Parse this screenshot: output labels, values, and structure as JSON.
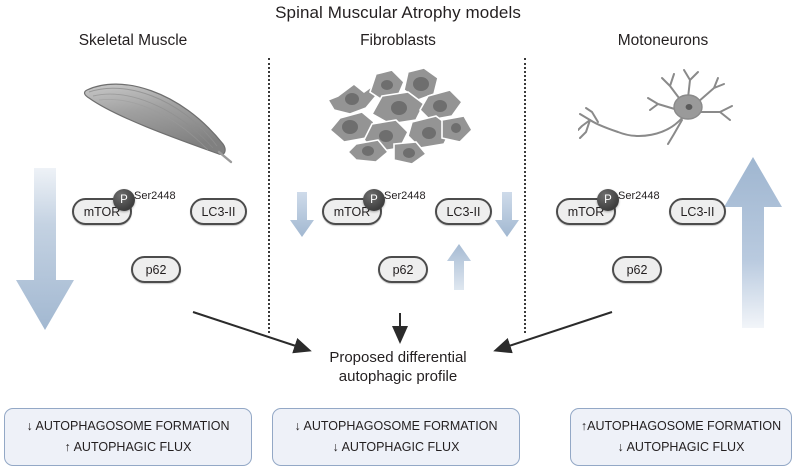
{
  "figure": {
    "title": "Spinal Muscular Atrophy models"
  },
  "columns": [
    {
      "id": "skeletal-muscle",
      "heading": "Skeletal Muscle",
      "illustration": "muscle-fiber-illustration",
      "big_arrow": {
        "direction": "down",
        "color": "#a9bdd6"
      },
      "proteins": [
        {
          "name": "mTOR",
          "phospho_badge": "P",
          "phospho_site": "Ser2448"
        },
        {
          "name": "LC3-II"
        },
        {
          "name": "p62"
        }
      ],
      "result": {
        "line1": "↓ AUTOPHAGOSOME FORMATION",
        "line2": "↑ AUTOPHAGIC FLUX"
      }
    },
    {
      "id": "fibroblasts",
      "heading": "Fibroblasts",
      "illustration": "fibroblast-cluster-illustration",
      "small_arrows": [
        {
          "name": "mtor-down-arrow",
          "direction": "down"
        },
        {
          "name": "lc3-down-arrow",
          "direction": "down"
        },
        {
          "name": "p62-up-arrow",
          "direction": "up"
        }
      ],
      "proteins": [
        {
          "name": "mTOR",
          "phospho_badge": "P",
          "phospho_site": "Ser2448"
        },
        {
          "name": "LC3-II"
        },
        {
          "name": "p62"
        }
      ],
      "result": {
        "line1": "↓ AUTOPHAGOSOME FORMATION",
        "line2": "↓ AUTOPHAGIC FLUX"
      }
    },
    {
      "id": "motoneurons",
      "heading": "Motoneurons",
      "illustration": "motoneuron-illustration",
      "big_arrow": {
        "direction": "up",
        "color": "#a9bdd6"
      },
      "proteins": [
        {
          "name": "mTOR",
          "phospho_badge": "P",
          "phospho_site": "Ser2448"
        },
        {
          "name": "LC3-II"
        },
        {
          "name": "p62"
        }
      ],
      "result": {
        "line1": "↑AUTOPHAGOSOME FORMATION",
        "line2": "↓ AUTOPHAGIC FLUX"
      }
    }
  ],
  "conclusion": {
    "line1": "Proposed differential",
    "line2": "autophagic profile"
  },
  "colors": {
    "arrow_blue": "#a9bdd6",
    "box_fill": "#eef1f8",
    "box_border": "#93a8c6",
    "pill_fill": "#eeeeee",
    "pill_border": "#4c4c4c",
    "text": "#231f20",
    "illustration_gray": "#8c8c8c"
  }
}
